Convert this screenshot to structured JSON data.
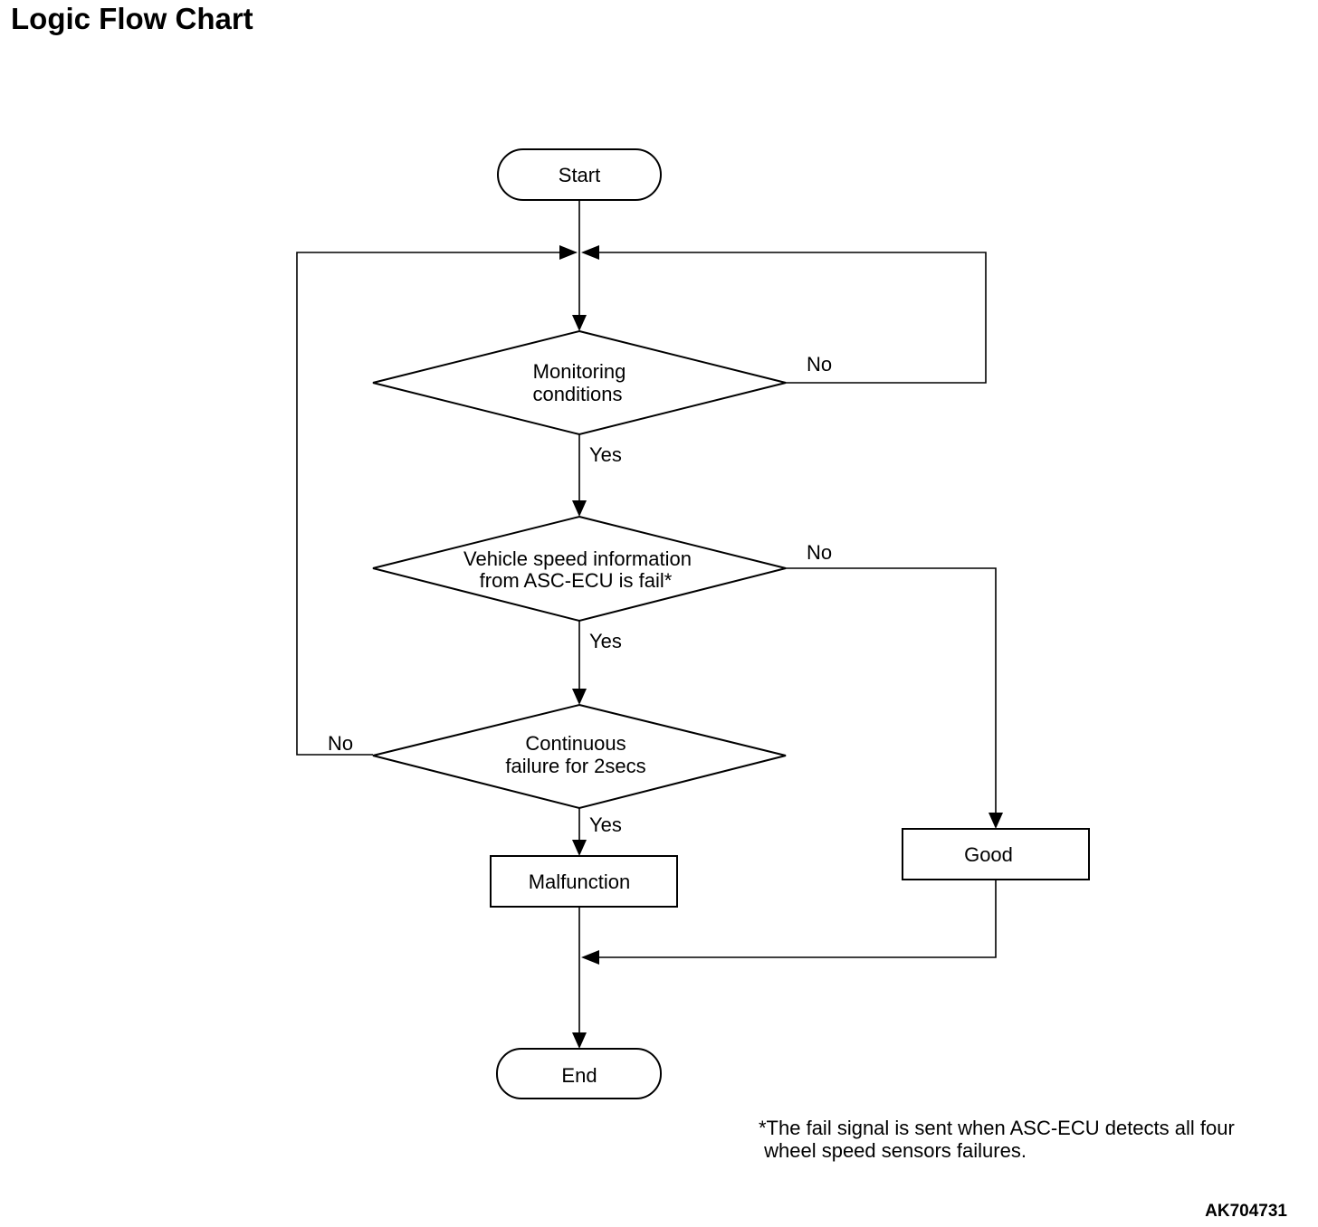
{
  "title": "Logic Flow Chart",
  "nodes": {
    "start": {
      "label": "Start"
    },
    "monitoring": {
      "lines": [
        "Monitoring",
        "conditions"
      ]
    },
    "vehicle_speed": {
      "lines": [
        "Vehicle speed information",
        "from ASC-ECU is fail*"
      ]
    },
    "continuous": {
      "lines": [
        "Continuous",
        "failure for 2secs"
      ]
    },
    "malfunction": {
      "label": "Malfunction"
    },
    "good": {
      "label": "Good"
    },
    "end": {
      "label": "End"
    }
  },
  "edges": {
    "monitoring_no": "No",
    "monitoring_yes": "Yes",
    "vehicle_speed_no": "No",
    "vehicle_speed_yes": "Yes",
    "continuous_no": "No",
    "continuous_yes": "Yes"
  },
  "footnote": {
    "lines": [
      "*The fail signal is sent when ASC-ECU detects all four",
      " wheel speed sensors failures."
    ]
  },
  "figure_code": "AK704731"
}
